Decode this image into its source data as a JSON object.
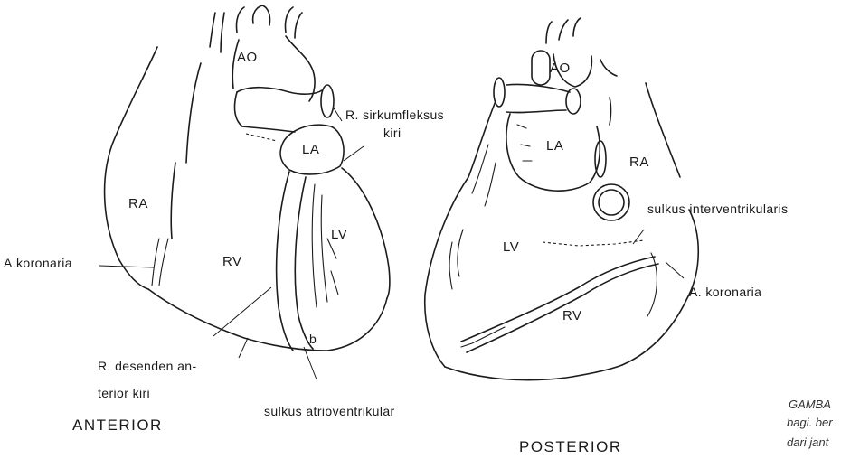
{
  "anterior": {
    "labels": {
      "ao": "AO",
      "la": "LA",
      "ra": "RA",
      "rv": "RV",
      "lv": "LV",
      "b": "b",
      "r_sirkumfleksus": "R. sirkumfleksus",
      "kiri": "kiri",
      "a_koronaria": "A.koronaria",
      "r_desenden_1": "R. desenden an-",
      "r_desenden_2": "terior kiri",
      "sulkus_av": "sulkus atrioventrikular"
    },
    "view_title": "ANTERIOR"
  },
  "posterior": {
    "labels": {
      "ao": "AO",
      "la": "LA",
      "ra": "RA",
      "lv": "LV",
      "rv": "RV",
      "sulkus_iv": "sulkus interventrikularis",
      "a_koronaria": "A. koronaria"
    },
    "view_title": "POSTERIOR"
  },
  "caption": {
    "line1": "GAMBA",
    "line2": "bagi. ber",
    "line3": "dari jant"
  }
}
